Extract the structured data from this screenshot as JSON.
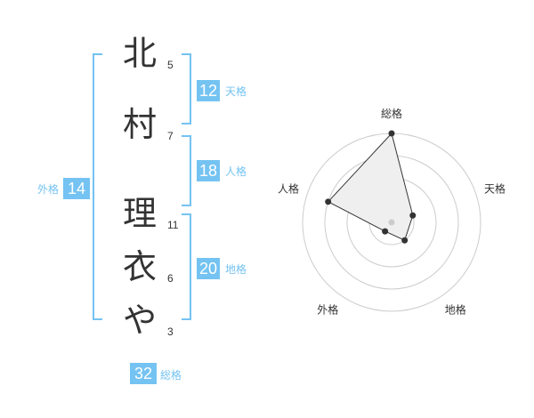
{
  "name": {
    "chars": [
      {
        "char": "北",
        "strokes": "5"
      },
      {
        "char": "村",
        "strokes": "7"
      },
      {
        "char": "理",
        "strokes": "11"
      },
      {
        "char": "衣",
        "strokes": "6"
      },
      {
        "char": "や",
        "strokes": "3"
      }
    ]
  },
  "fortune": {
    "tenkaku": {
      "value": "12",
      "label": "天格"
    },
    "jinkaku": {
      "value": "18",
      "label": "人格"
    },
    "chikaku": {
      "value": "20",
      "label": "地格"
    },
    "gaikaku": {
      "value": "14",
      "label": "外格"
    },
    "soukaku": {
      "value": "32",
      "label": "総格"
    }
  },
  "chart_data": {
    "type": "radar",
    "axes": [
      "総格",
      "天格",
      "地格",
      "外格",
      "人格"
    ],
    "values": [
      4,
      1,
      1,
      0.5,
      3
    ],
    "range": [
      0,
      4
    ],
    "rings": 4,
    "colors": {
      "fill": "#efefef",
      "line": "#333333",
      "grid": "#cccccc",
      "point": "#333333"
    }
  },
  "colors": {
    "accent": "#74c3f2",
    "text": "#333333"
  }
}
